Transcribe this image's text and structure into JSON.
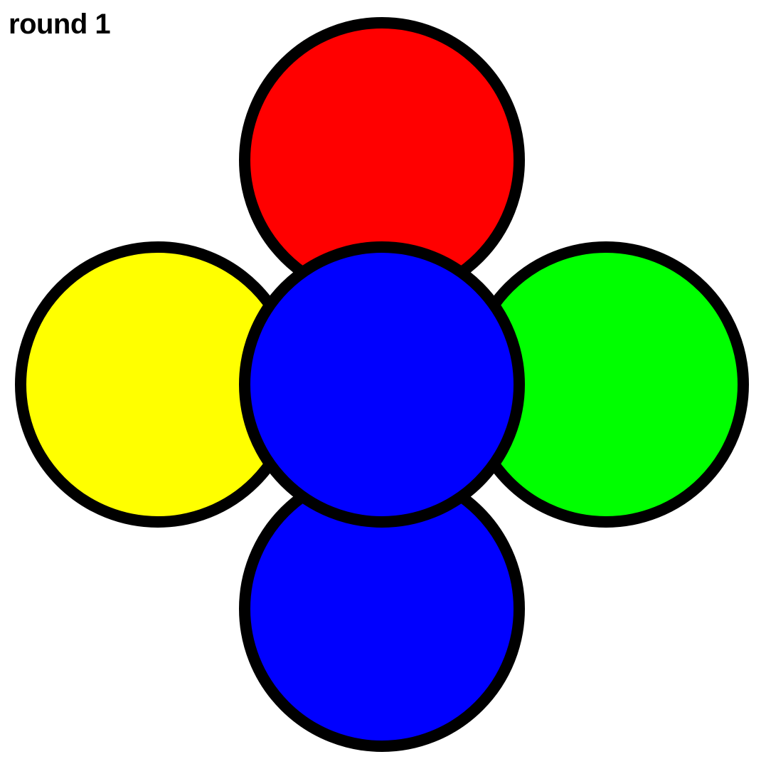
{
  "round": {
    "label": "round 1"
  },
  "outline_color": "#000000",
  "background_color": "#ffffff",
  "pads": [
    {
      "name": "top",
      "color_name": "red",
      "color": "#ff0000"
    },
    {
      "name": "left",
      "color_name": "yellow",
      "color": "#ffff00"
    },
    {
      "name": "right",
      "color_name": "green",
      "color": "#00ff00"
    },
    {
      "name": "bottom",
      "color_name": "blue",
      "color": "#0000ff"
    },
    {
      "name": "center",
      "color_name": "blue",
      "color": "#0000ff"
    }
  ]
}
